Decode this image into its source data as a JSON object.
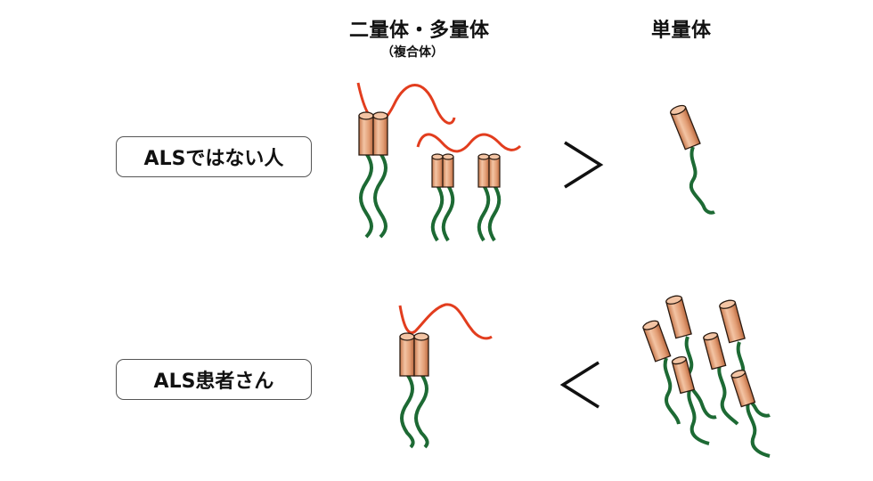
{
  "headers": {
    "multimer": "二量体・多量体",
    "multimer_note": "（複合体）",
    "monomer": "単量体"
  },
  "rows": [
    {
      "label": "ALSではない人",
      "comparison": ">"
    },
    {
      "label": "ALS患者さん",
      "comparison": "<"
    }
  ],
  "colors": {
    "helix_fill": "#e7a67f",
    "helix_stroke": "#2a1a10",
    "tail": "#1d6a34",
    "red_strand": "#e23d1e"
  }
}
